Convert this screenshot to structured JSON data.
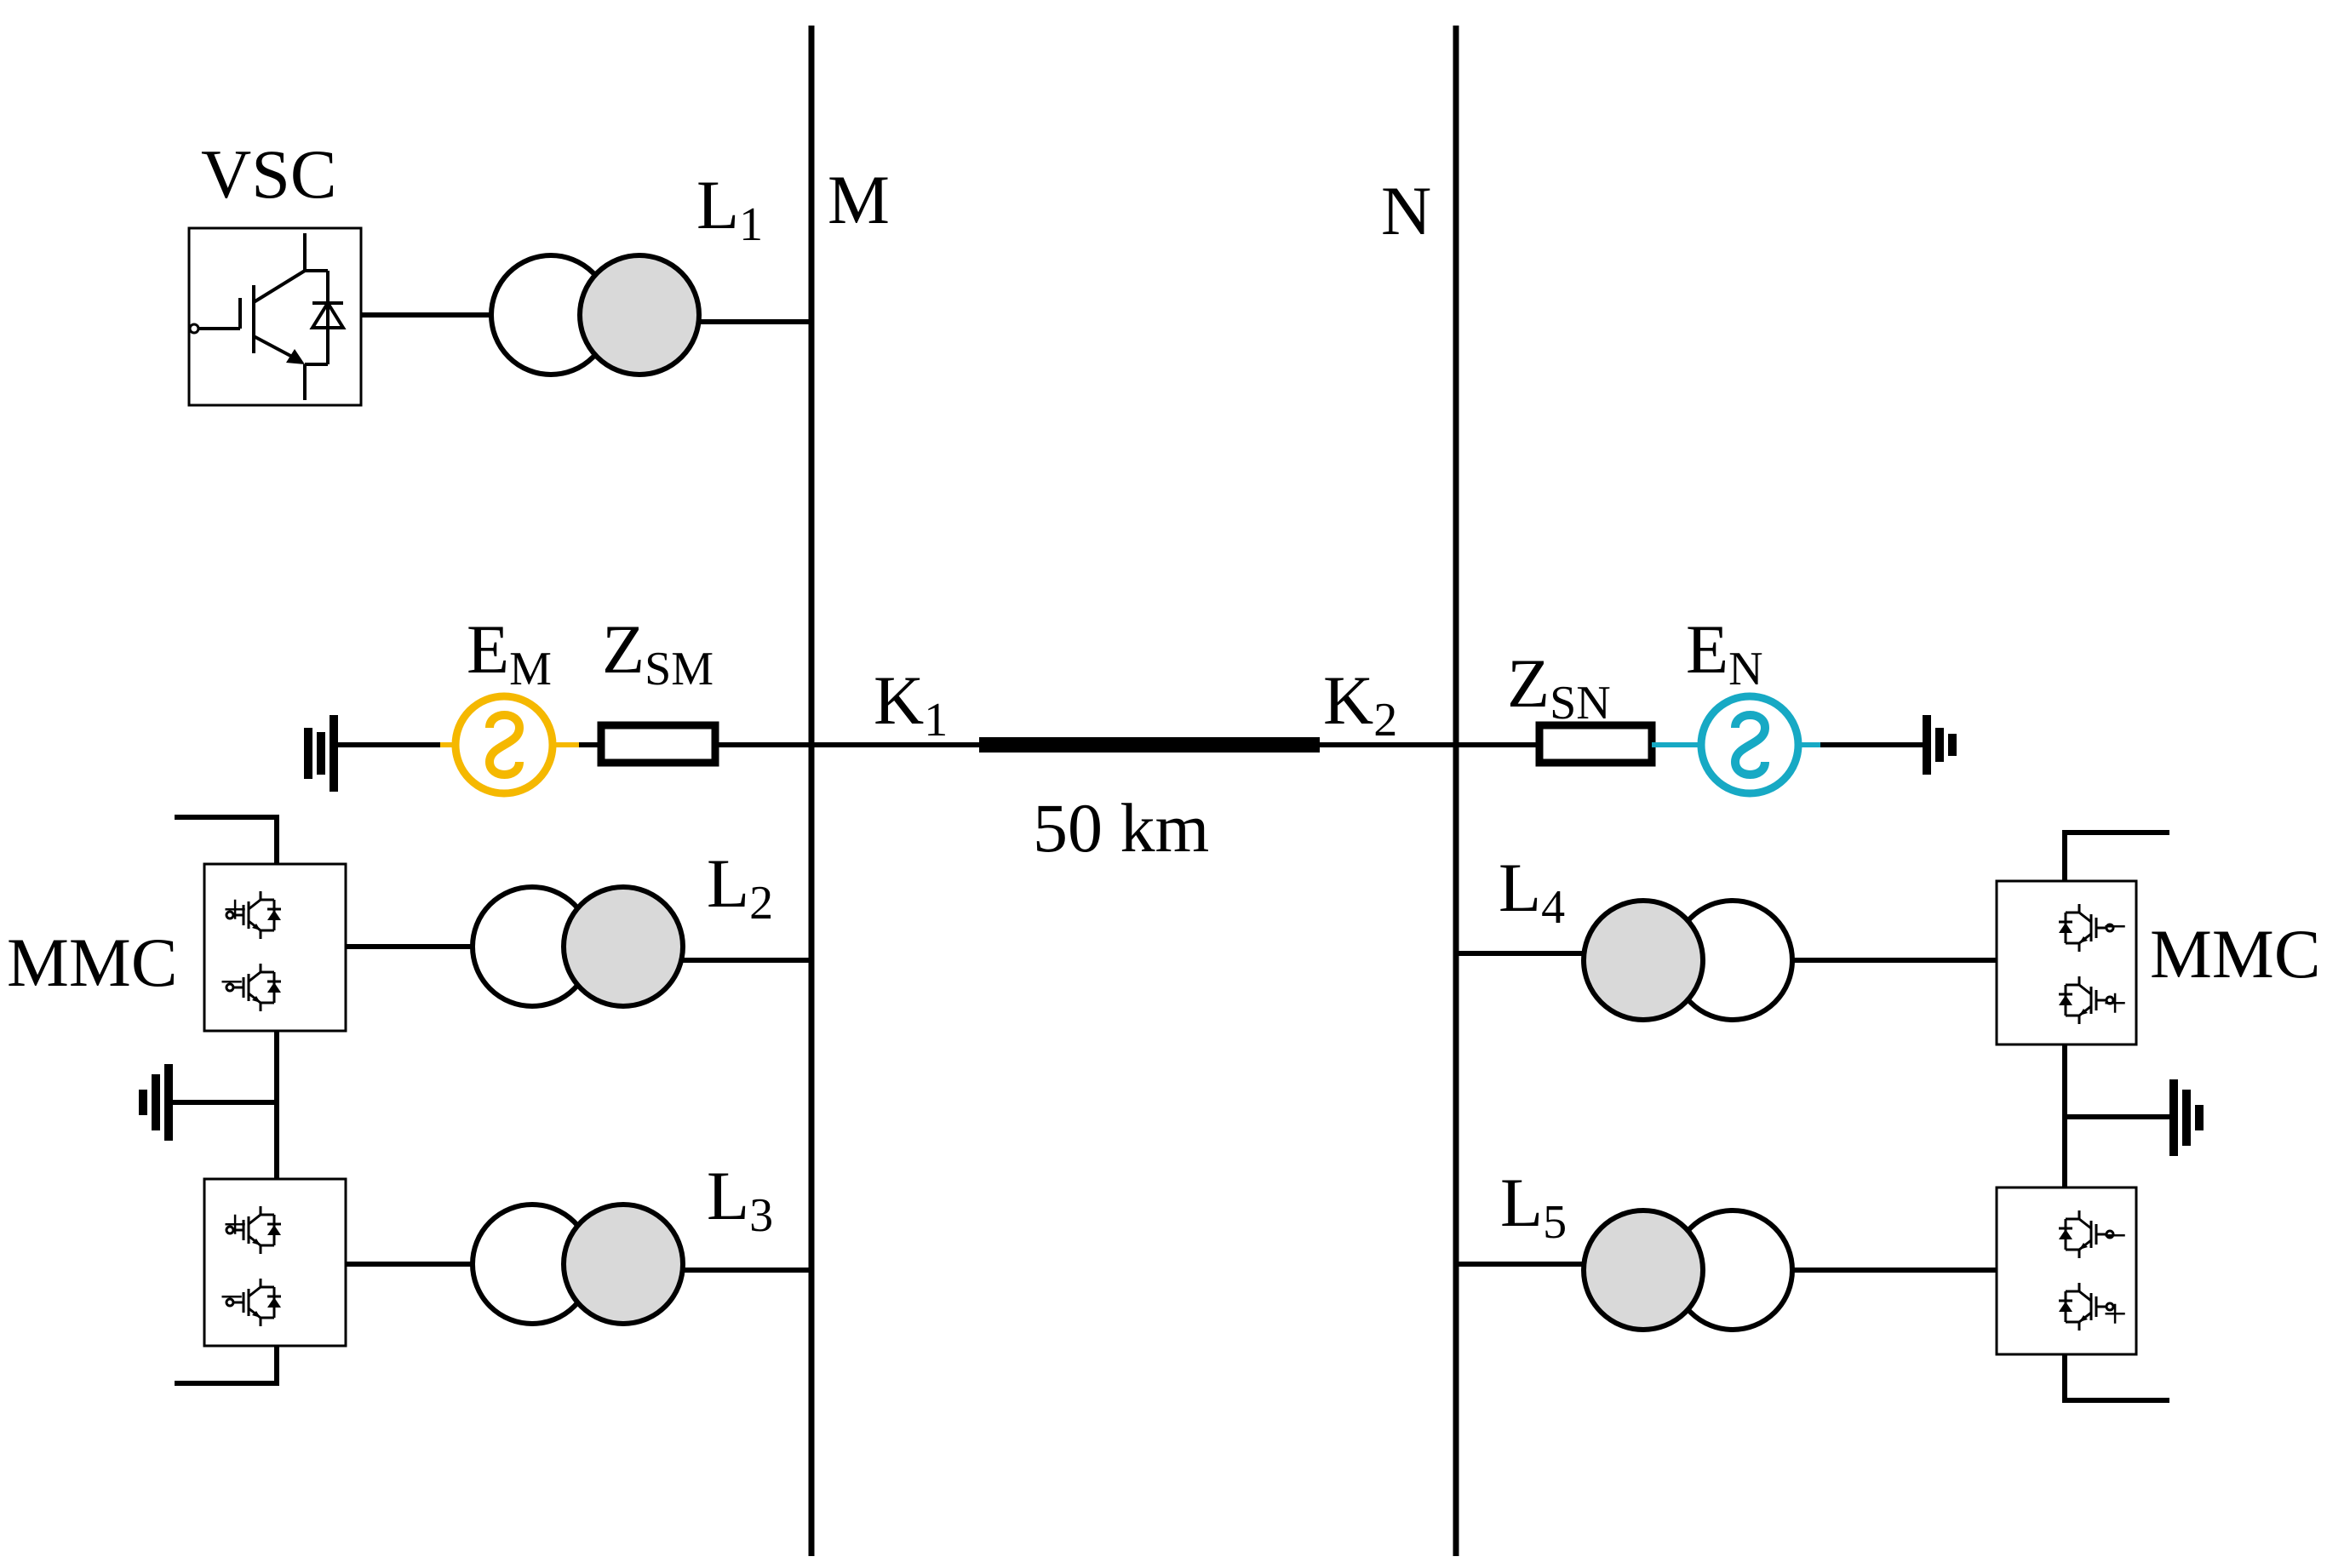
{
  "labels": {
    "vsc": "VSC",
    "bus_m": "M",
    "bus_n": "N",
    "l1": "L",
    "l1_sub": "1",
    "l2": "L",
    "l2_sub": "2",
    "l3": "L",
    "l3_sub": "3",
    "l4": "L",
    "l4_sub": "4",
    "l5": "L",
    "l5_sub": "5",
    "em": "E",
    "em_sub": "M",
    "en": "E",
    "en_sub": "N",
    "zsm": "Z",
    "zsm_sub": "SM",
    "zsn": "Z",
    "zsn_sub": "SN",
    "k1": "K",
    "k1_sub": "1",
    "k2": "K",
    "k2_sub": "2",
    "line_length": "50 km",
    "mmc_left": "MMC",
    "mmc_right": "MMC",
    "plus": "+",
    "minus": "−"
  },
  "colors": {
    "source_m": "#F5B800",
    "source_n": "#17A9C4",
    "transformer_fill": "#D9D9D9"
  }
}
